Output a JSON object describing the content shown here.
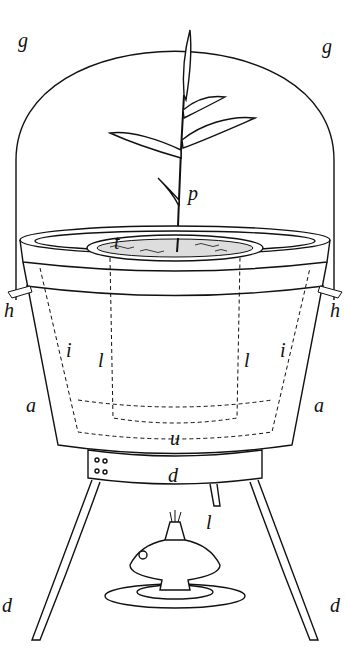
{
  "diagram": {
    "labels": [
      "g",
      "g",
      "p",
      "t",
      "h",
      "h",
      "i",
      "i",
      "l",
      "l",
      "a",
      "a",
      "u",
      "d",
      "l",
      "d",
      "d"
    ]
  }
}
